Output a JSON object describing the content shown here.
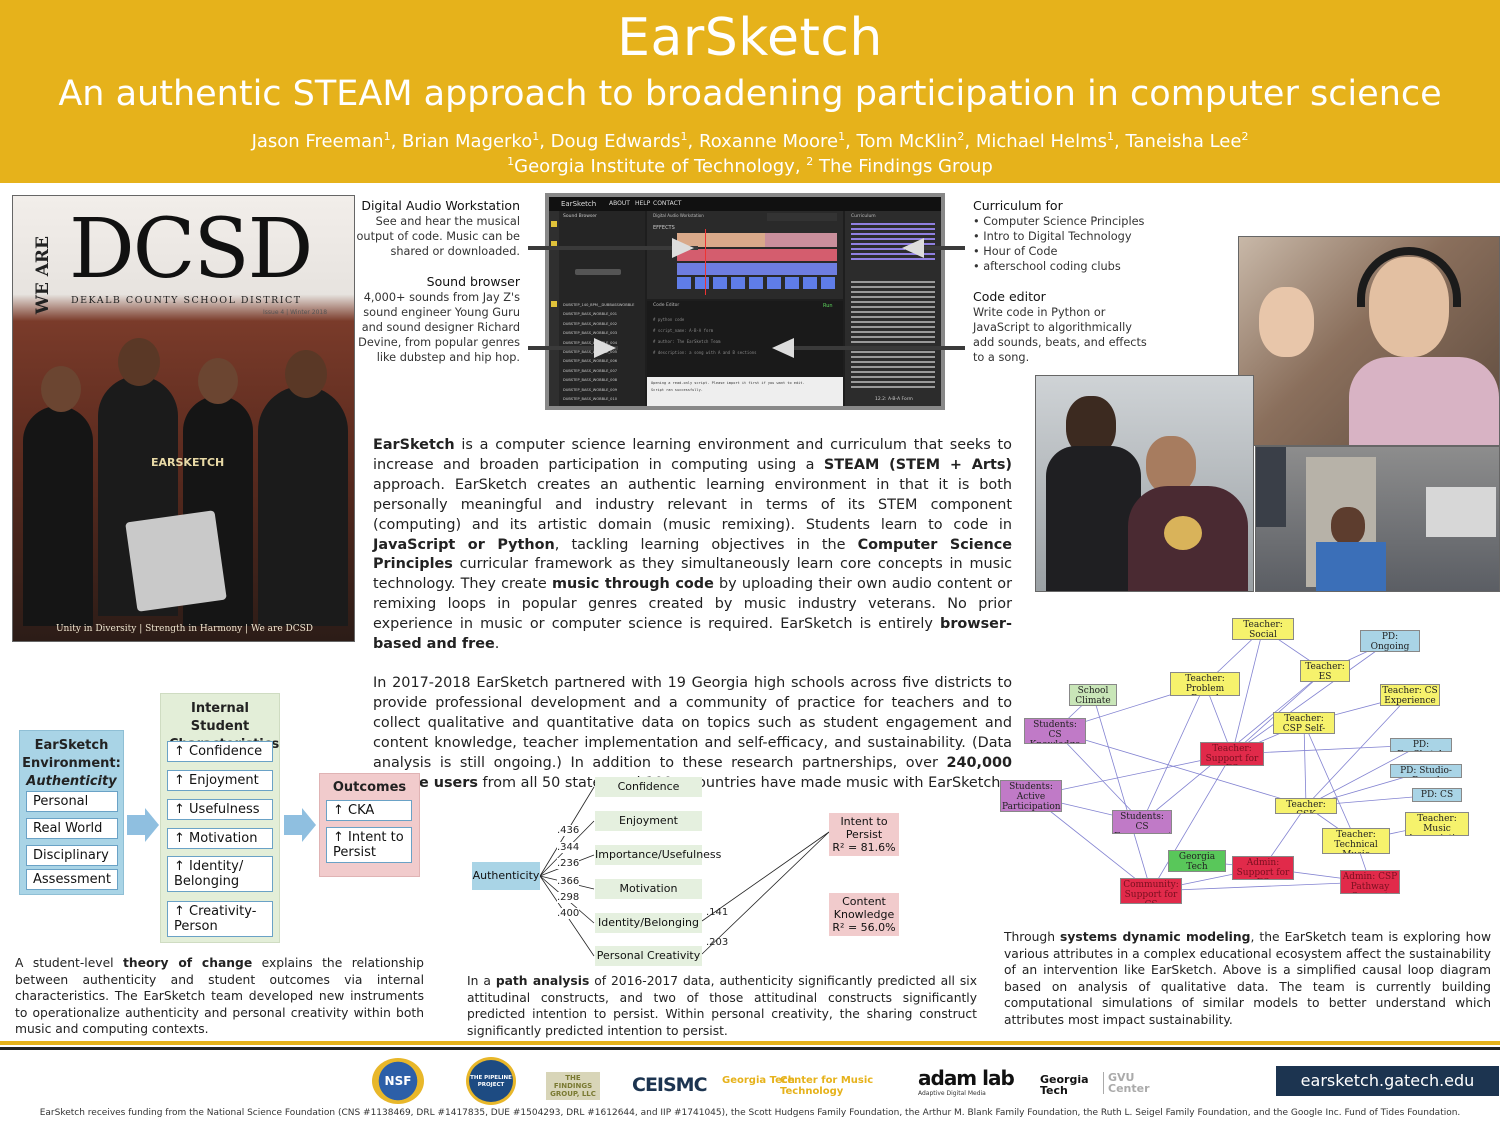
{
  "header": {
    "title": "EarSketch",
    "subtitle": "An authentic STEAM approach to broadening participation in computer science",
    "authors": [
      {
        "name": "Jason Freeman",
        "aff": "1"
      },
      {
        "name": "Brian Magerko",
        "aff": "1"
      },
      {
        "name": "Doug Edwards",
        "aff": "1"
      },
      {
        "name": "Roxanne Moore",
        "aff": "1"
      },
      {
        "name": "Tom McKlin",
        "aff": "2"
      },
      {
        "name": "Michael Helms",
        "aff": "1"
      },
      {
        "name": "Taneisha Lee",
        "aff": "2"
      }
    ],
    "affil_1": "Georgia Institute of Technology,",
    "affil_2": "The Findings Group",
    "affil_1_num": "1",
    "affil_2_num": "2"
  },
  "magazine": {
    "side_text": "WE ARE",
    "title": "DCSD",
    "district": "DEKALB COUNTY SCHOOL DISTRICT",
    "issue": "Issue 4 | Winter 2018",
    "footer": "Unity in Diversity | Strength in Harmony | We are DCSD",
    "shirt_text": "EARSKETCH"
  },
  "daw_callout": {
    "heading": "Digital Audio Workstation",
    "text": "See and hear the musical output of code. Music can be shared or downloaded."
  },
  "sound_callout": {
    "heading": "Sound browser",
    "text": "4,000+ sounds from Jay Z's sound engineer Young Guru and sound designer Richard Devine, from popular genres like dubstep and hip hop."
  },
  "curriculum_callout": {
    "heading": "Curriculum for",
    "items": [
      "Computer Science Principles",
      "Intro to Digital Technology",
      "Hour of Code",
      "afterschool coding clubs"
    ]
  },
  "code_callout": {
    "heading": "Code editor",
    "text": "Write code in Python or JavaScript to algorithmically add sounds, beats, and effects to a song."
  },
  "app": {
    "brand": "EarSketch",
    "nav": [
      "ABOUT",
      "HELP",
      "CONTACT"
    ],
    "daw_label": "Digital Audio Workstation",
    "effects_label": "EFFECTS",
    "code_label": "Code Editor",
    "run_label": "Run",
    "console_1": "Opening a read-only script. Please import it first if you want to edit.",
    "console_2": "Script ran successfully.",
    "curriculum_label": "Curriculum",
    "curriculum_page": "12.2: A-B-A Form",
    "sound_browser_label": "Sound Browser",
    "sounds": [
      "DUBSTEP_140_BPM__DUBBASSWOBBLE",
      "DUBSTEP_BASS_WOBBLE_001",
      "DUBSTEP_BASS_WOBBLE_002",
      "DUBSTEP_BASS_WOBBLE_003",
      "DUBSTEP_BASS_WOBBLE_004",
      "DUBSTEP_BASS_WOBBLE_005",
      "DUBSTEP_BASS_WOBBLE_006",
      "DUBSTEP_BASS_WOBBLE_007",
      "DUBSTEP_BASS_WOBBLE_008",
      "DUBSTEP_BASS_WOBBLE_009",
      "DUBSTEP_BASS_WOBBLE_010"
    ],
    "code_lines": [
      "# python code",
      "# script_name: A-B-A form",
      "# author: The EarSketch Team",
      "# description: a song with A and B sections"
    ]
  },
  "intro": {
    "p1_parts": [
      {
        "t": "EarSketch",
        "b": true
      },
      {
        "t": " is a computer science learning environment and curriculum that seeks to increase and broaden participation in computing using a ",
        "b": false
      },
      {
        "t": "STEAM (STEM + Arts)",
        "b": true
      },
      {
        "t": " approach. EarSketch creates an authentic learning environment in that it is both personally meaningful and industry relevant in terms of its STEM component (computing) and its artistic domain (music remixing). Students learn to code in ",
        "b": false
      },
      {
        "t": "JavaScript or Python",
        "b": true
      },
      {
        "t": ", tackling learning objectives in the ",
        "b": false
      },
      {
        "t": "Computer Science Principles",
        "b": true
      },
      {
        "t": " curricular framework as they simultaneously learn core concepts in music technology. They create ",
        "b": false
      },
      {
        "t": "music through code",
        "b": true
      },
      {
        "t": " by uploading their own audio content or remixing loops in popular genres created by music industry veterans. No prior experience in music or computer science is required. EarSketch is entirely ",
        "b": false
      },
      {
        "t": "browser-based and free",
        "b": true
      },
      {
        "t": ".",
        "b": false
      }
    ],
    "p2_parts": [
      {
        "t": "In 2017-2018 EarSketch partnered with 19 Georgia high schools across five districts to provide professional development and a community of practice for teachers and to collect qualitative and quantitative data on topics such as student engagement and content knowledge, teacher implementation and self-efficacy, and sustainability. (Data analysis is still ongoing.) In addition to these research partnerships, over ",
        "b": false
      },
      {
        "t": "240,000 unique users",
        "b": true
      },
      {
        "t": " from all 50 states and 100+ countries have made music with EarSketch.",
        "b": false
      }
    ]
  },
  "toc": {
    "env_title_1": "EarSketch",
    "env_title_2": "Environment:",
    "env_title_3": "Authenticity",
    "env_items": [
      "Personal",
      "Real World",
      "Disciplinary",
      "Assessment"
    ],
    "internal_title": "Internal Student Characteristics",
    "internal_items": [
      "↑ Confidence",
      "↑ Enjoyment",
      "↑ Usefulness",
      "↑ Motivation",
      "↑ Identity/ Belonging",
      "↑ Creativity- Person"
    ],
    "outcomes_title": "Outcomes",
    "outcome_items": [
      "↑ CKA",
      "↑ Intent to Persist"
    ],
    "caption_parts": [
      {
        "t": "A student-level ",
        "b": false
      },
      {
        "t": "theory of change",
        "b": true
      },
      {
        "t": " explains the relationship between authenticity and student outcomes via internal characteristics. The EarSketch team developed new instruments to operationalize authenticity and personal creativity within both music and computing contexts.",
        "b": false
      }
    ]
  },
  "path": {
    "source": "Authenticity",
    "constructs": [
      "Confidence",
      "Enjoyment",
      "Importance/Usefulness",
      "Motivation",
      "Identity/Belonging",
      "Personal Creativity"
    ],
    "coefs": [
      ".436",
      ".344",
      ".236",
      ".366",
      ".298",
      ".400"
    ],
    "outcome_1": [
      "Intent to",
      "Persist",
      "R² = 81.6%"
    ],
    "outcome_2": [
      "Content",
      "Knowledge",
      "R² = 56.0%"
    ],
    "coef_identity": ".141",
    "coef_creativity": ".203",
    "caption_parts": [
      {
        "t": "In a ",
        "b": false
      },
      {
        "t": "path analysis",
        "b": true
      },
      {
        "t": " of 2016-2017 data, authenticity significantly predicted all six attitudinal constructs, and two of those attitudinal constructs significantly predicted intention to persist. Within personal creativity, the sharing construct significantly predicted intention to persist.",
        "b": false
      }
    ]
  },
  "sdm": {
    "nodes": [
      "Teacher: Social Network",
      "PD: Ongoing Support",
      "Teacher: ES Capability",
      "School Climate",
      "Teacher: Problem Based",
      "Teacher: CS Experience",
      "Students: CS Knowledge",
      "Teacher: CSP Self-Efficacy",
      "Teacher: Support for ES",
      "PD: EarSketch",
      "PD: Studio-Based",
      "Students: Active Participation",
      "PD: CS",
      "Teacher: CSK",
      "Students: CS Engagement",
      "Teacher: Music Appreciation",
      "Teacher: Technical Music Knowledge",
      "Georgia Tech Relationship",
      "Admin: Support for ES",
      "Admin: CSP Pathway Support",
      "Community: Support for CS"
    ],
    "caption_parts": [
      {
        "t": "Through ",
        "b": false
      },
      {
        "t": "systems dynamic modeling",
        "b": true
      },
      {
        "t": ", the EarSketch team is exploring how various attributes in a complex educational ecosystem affect the sustainability of an intervention like EarSketch. Above is a simplified causal loop diagram based on analysis of qualitative data. The team is currently building computational simulations of similar models to better understand which attributes most impact sustainability.",
        "b": false
      }
    ]
  },
  "footer": {
    "logos": [
      "NSF",
      "THE PIPELINE PROJECT",
      "THE FINDINGS GROUP, LLC",
      "CEISMC",
      "Georgia Tech",
      "Center for Music Technology",
      "adam lab",
      "Adaptive Digital Media",
      "Georgia Tech",
      "GVU Center"
    ],
    "url": "earsketch.gatech.edu",
    "funding": "EarSketch receives funding from the National Science Foundation (CNS #1138469, DRL #1417835, DUE #1504293, DRL #1612644, and IIP #1741045), the Scott Hudgens Family Foundation, the Arthur M. Blank Family Foundation, the Ruth L. Seigel Family Foundation, and the Google Inc. Fund of Tides Foundation."
  },
  "colors": {
    "gold": "#e6b21b",
    "navy": "#1c3450",
    "env_blue": "#a9d4e6",
    "internal_green": "#e3eed8",
    "outcomes_pink": "#f1cbcc"
  }
}
